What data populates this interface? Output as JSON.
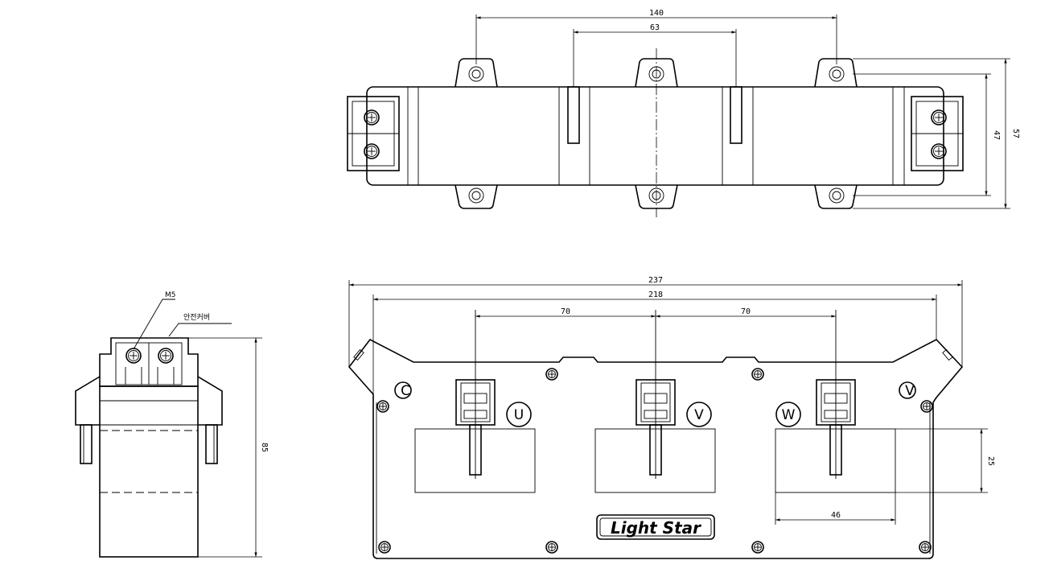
{
  "dimensions": {
    "top": {
      "d140": "140",
      "d63": "63",
      "d47": "47",
      "d57": "57"
    },
    "front": {
      "d237": "237",
      "d218": "218",
      "d70_left": "70",
      "d70_right": "70",
      "d25": "25",
      "d46": "46"
    },
    "side": {
      "d85": "85"
    }
  },
  "labels": {
    "screw": "M5",
    "cover": "안전커버",
    "brand": "Light Star",
    "phase_c": "C",
    "phase_u": "U",
    "phase_v": "V",
    "phase_w": "W",
    "phase_vr": "V"
  }
}
